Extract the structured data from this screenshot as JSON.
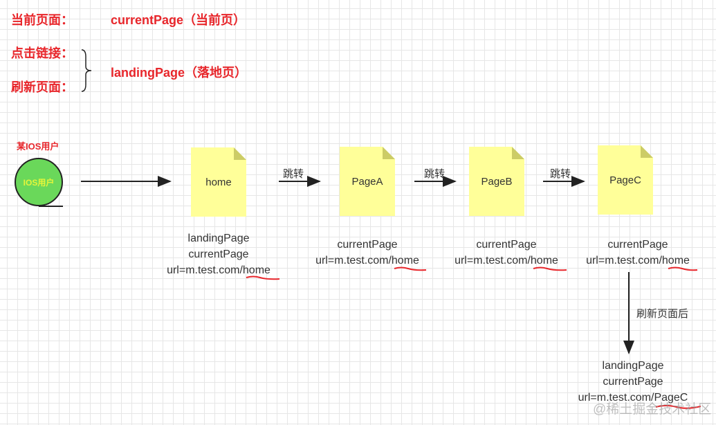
{
  "legend": {
    "current_label": "当前页面：",
    "current_value": "currentPage（当前页）",
    "click_label": "点击链接：",
    "refresh_label": "刷新页面：",
    "landing_value": "landingPage（落地页）"
  },
  "user": {
    "title": "某IOS用户",
    "circle_label": "IOS用户"
  },
  "pages": [
    {
      "name": "home",
      "lines": [
        "landingPage",
        "currentPage"
      ],
      "url_prefix": "url=m.test.com/",
      "url_tail": "home"
    },
    {
      "name": "PageA",
      "lines": [
        "currentPage"
      ],
      "url_prefix": "url=m.test.com/",
      "url_tail": "home"
    },
    {
      "name": "PageB",
      "lines": [
        "currentPage"
      ],
      "url_prefix": "url=m.test.com/",
      "url_tail": "home"
    },
    {
      "name": "PageC",
      "lines": [
        "currentPage"
      ],
      "url_prefix": "url=m.test.com/",
      "url_tail": "home"
    }
  ],
  "jump_label": "跳转",
  "refresh_action": "刷新页面后",
  "after_refresh": {
    "lines": [
      "landingPage",
      "currentPage"
    ],
    "url_prefix": "url=m.test.com/",
    "url_tail": "PageC"
  },
  "watermark": "@稀土掘金技术社区",
  "colors": {
    "accent": "#e8262b",
    "doc": "#ffff99",
    "circle": "#6ad85a"
  }
}
